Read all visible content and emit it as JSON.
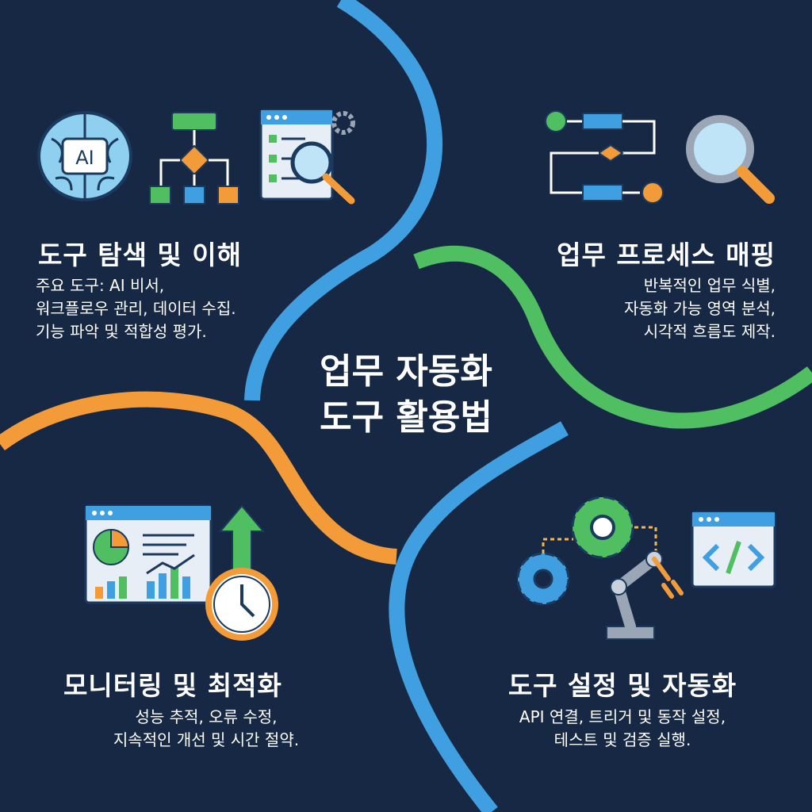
{
  "center": {
    "line1": "업무 자동화",
    "line2": "도구 활용법"
  },
  "sections": [
    {
      "title": "도구 탐색 및 이해",
      "desc": [
        "주요 도구: AI 비서,",
        "워크플로우 관리, 데이터 수집.",
        "기능 파악 및 적합성 평가."
      ],
      "accent": "#3f9fe0",
      "icons": [
        "ai-brain-icon",
        "decision-flowchart-icon",
        "document-search-icon"
      ],
      "icon_text": "AI"
    },
    {
      "title": "업무 프로세스 매핑",
      "desc": [
        "반복적인 업무 식별,",
        "자동화 가능 영역 분석,",
        "시각적 흐름도 제작."
      ],
      "accent": "#4fbf62",
      "icons": [
        "process-flow-icon",
        "magnifier-icon"
      ]
    },
    {
      "title": "모니터링 및 최적화",
      "desc": [
        "성능 추적, 오류 수정,",
        "지속적인 개선 및 시간 절약."
      ],
      "accent": "#f29b38",
      "icons": [
        "analytics-dashboard-icon",
        "upward-arrow-icon",
        "clock-icon"
      ]
    },
    {
      "title": "도구 설정 및 자동화",
      "desc": [
        "API 연결, 트리거 및 동작 설정,",
        "테스트 및 검증 실행."
      ],
      "accent": "#3f9fe0",
      "icons": [
        "gears-icon",
        "robot-arm-icon",
        "code-window-icon"
      ]
    }
  ],
  "colors": {
    "background": "#172845",
    "blue": "#3f9fe0",
    "green": "#4fbf62",
    "orange": "#f29b38",
    "yellow": "#f2b84b"
  }
}
